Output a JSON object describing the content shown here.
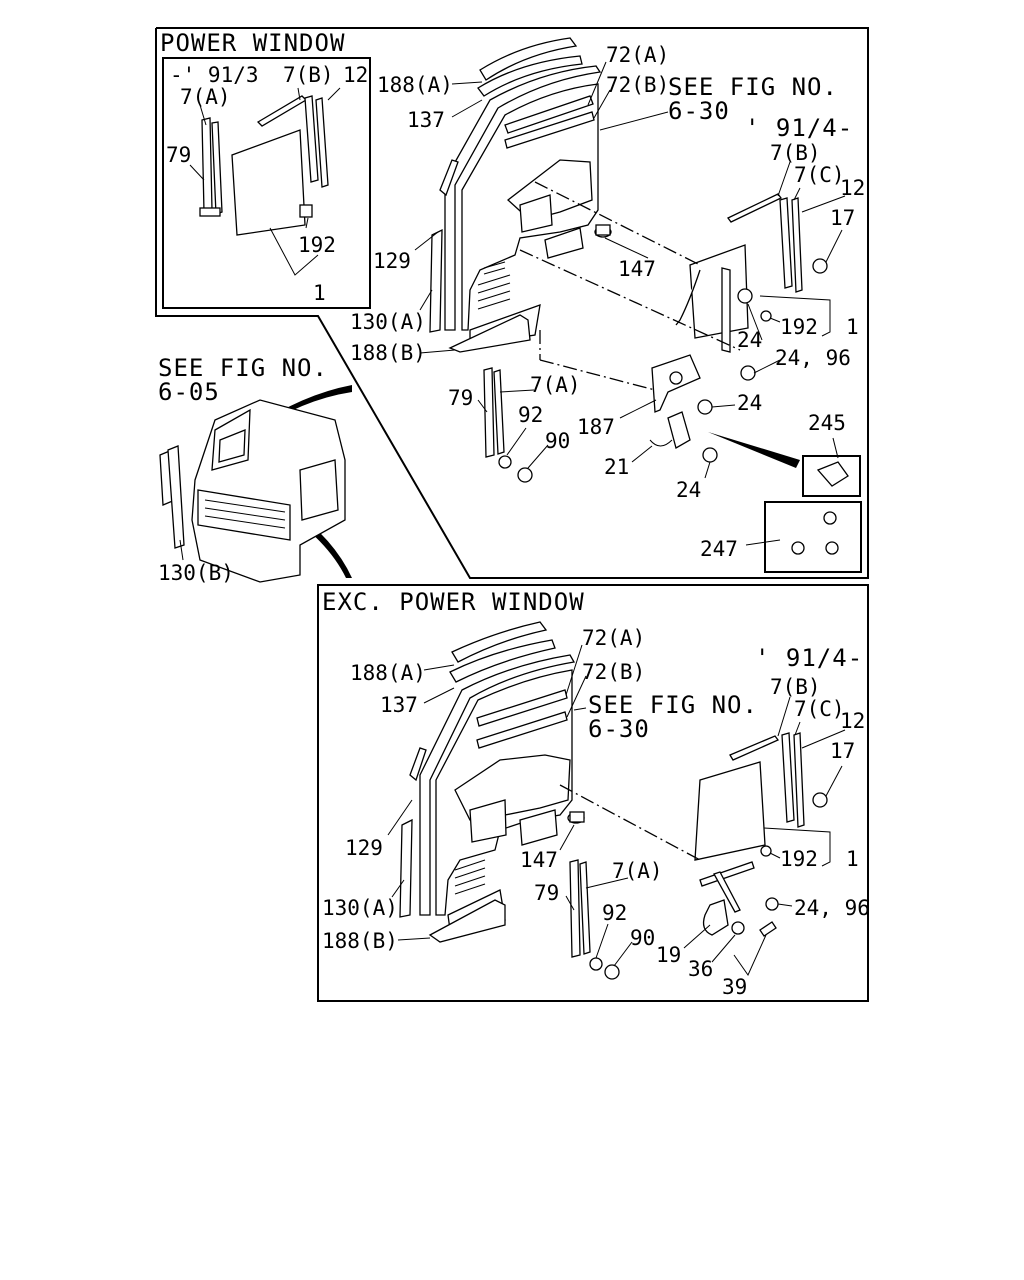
{
  "power_window": {
    "title": "POWER WINDOW",
    "inset_period": "-' 91/3",
    "inset_labels": [
      "7(B)",
      "12",
      "7(A)",
      "79",
      "192",
      "1"
    ],
    "labels": [
      "188(A)",
      "137",
      "72(A)",
      "72(B)",
      "129",
      "130(A)",
      "188(B)",
      "79",
      "7(A)",
      "92",
      "90",
      "187",
      "21",
      "24",
      "24",
      "24",
      "24, 96",
      "147",
      "192",
      "1",
      "7(B)",
      "7(C)",
      "12",
      "17",
      "245",
      "247"
    ],
    "see_fig_ref": "SEE FIG NO.",
    "see_fig_number": "6-30",
    "period_after": "' 91/4-"
  },
  "cab_view": {
    "see_fig_ref": "SEE FIG NO.",
    "see_fig_number": "6-05",
    "label": "130(B)"
  },
  "exc_power_window": {
    "title": "EXC. POWER WINDOW",
    "period_after": "' 91/4-",
    "see_fig_ref": "SEE FIG NO.",
    "see_fig_number": "6-30",
    "labels": [
      "188(A)",
      "137",
      "72(A)",
      "72(B)",
      "129",
      "130(A)",
      "188(B)",
      "147",
      "79",
      "7(A)",
      "92",
      "90",
      "19",
      "36",
      "39",
      "24, 96",
      "192",
      "1",
      "7(B)",
      "7(C)",
      "12",
      "17"
    ]
  }
}
